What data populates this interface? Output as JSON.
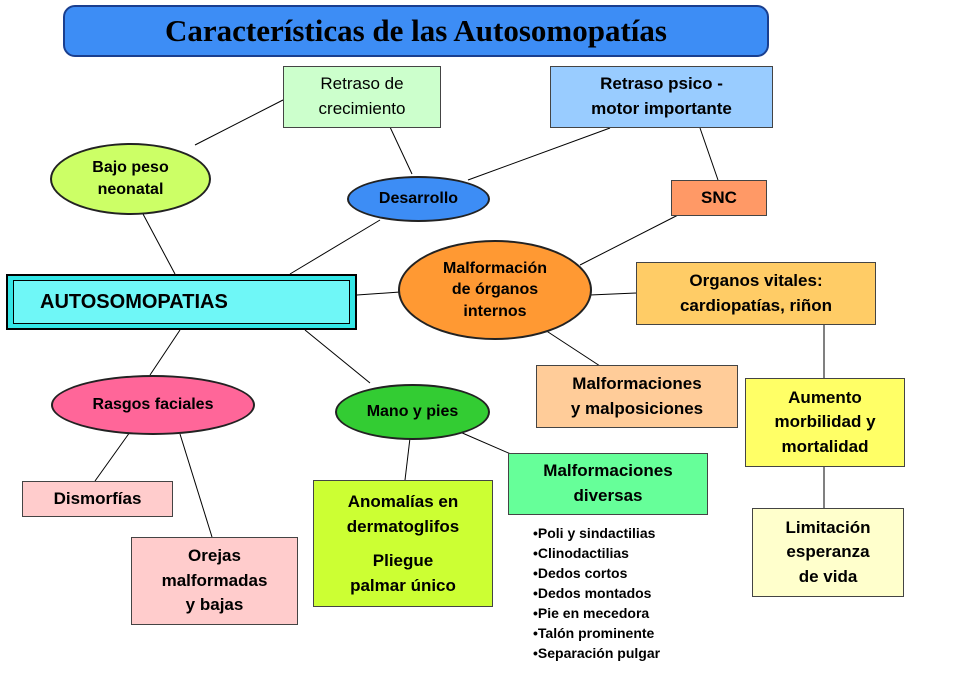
{
  "title": "Características de las Autosomopatías",
  "center": "AUTOSOMOPATIAS",
  "nodes": {
    "bajo_peso": [
      "Bajo peso",
      "neonatal"
    ],
    "retraso_crecimiento": [
      "Retraso de",
      "crecimiento"
    ],
    "retraso_psicomotor": [
      "Retraso  psico -",
      "motor importante"
    ],
    "desarrollo": "Desarrollo",
    "snc": "SNC",
    "malformacion_organos": [
      "Malformación",
      "de órganos",
      "internos"
    ],
    "organos_vitales": [
      "Organos  vitales:",
      "cardiopatías, riñon"
    ],
    "malformaciones_malposiciones": [
      "Malformaciones",
      "y malposiciones"
    ],
    "aumento_morbilidad": [
      "Aumento",
      "morbilidad y",
      "mortalidad"
    ],
    "limitacion": [
      "Limitación",
      "esperanza",
      "de vida"
    ],
    "rasgos_faciales": "Rasgos faciales",
    "mano_pies": "Mano y pies",
    "dismorfias": "Dismorfías",
    "orejas": [
      "Orejas",
      "malformadas",
      "y bajas"
    ],
    "anomalias": [
      "Anomalías en",
      "dermatoglifos"
    ],
    "pliegue": [
      "Pliegue",
      "palmar único"
    ],
    "malformaciones_diversas": [
      "Malformaciones",
      "diversas"
    ]
  },
  "bullets": [
    "Poli y  sindactilias",
    "Clinodactilias",
    "Dedos cortos",
    "Dedos montados",
    "Pie en mecedora",
    "Talón prominente",
    "Separación pulgar"
  ],
  "colors": {
    "title_bg": "#3d8df5",
    "center_bg": "#6ff7f7",
    "light_green": "#ccffcc",
    "light_blue": "#99ccff",
    "oval_green": "#ccff66",
    "oval_blue": "#3d8df5",
    "salmon": "#ff9966",
    "orange": "#ff9933",
    "light_orange": "#ffcc66",
    "peach": "#ffcc99",
    "yellow": "#ffff66",
    "pale_yellow": "#ffffcc",
    "pink": "#ff6699",
    "pale_pink": "#ffcccc",
    "green": "#33cc33",
    "lime": "#ccff33",
    "mint": "#66ff99"
  }
}
